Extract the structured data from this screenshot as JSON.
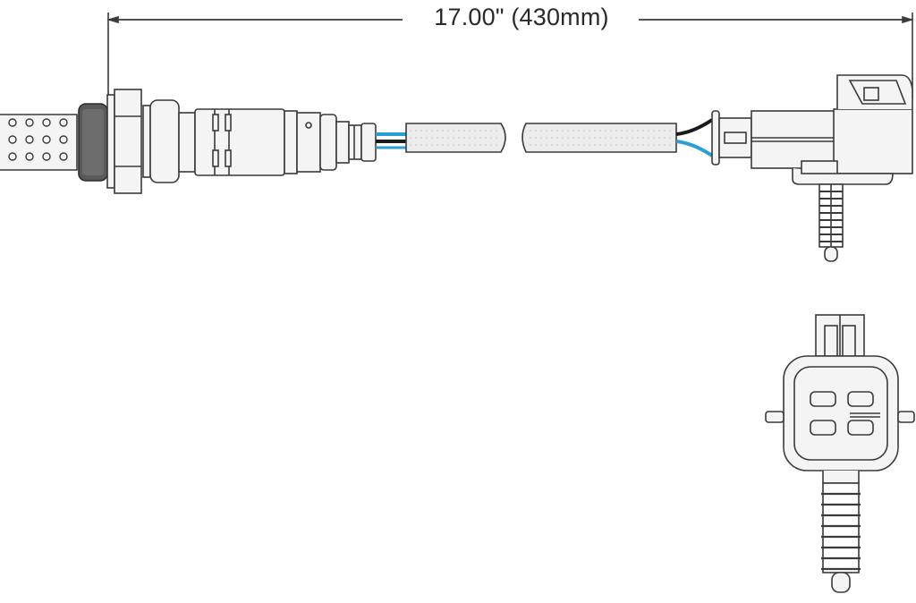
{
  "diagram": {
    "subject": "Oxygen sensor with wiring harness and 4-pin connector",
    "dimension": {
      "label": "17.00\" (430mm)",
      "inches": 17.0,
      "millimeters": 430
    },
    "parts": {
      "sensor_tip": "perforated-probe",
      "threads": "threaded-section",
      "hex_nut": "hex-body",
      "sensor_body": "sensor-housing",
      "wires": "wire-leads",
      "wire_colors": [
        "#2a9fd6",
        "#1a1a1a"
      ],
      "cable_sleeve": "braided-sleeve",
      "connector_side": "connector-side-view",
      "connector_front": "connector-face-view",
      "connector_pins": 4
    },
    "colors": {
      "line": "#3a3a3a",
      "fill": "#f4f4f4",
      "thread": "#555555",
      "wire_blue": "#2a9fd6",
      "wire_black": "#1a1a1a"
    }
  }
}
